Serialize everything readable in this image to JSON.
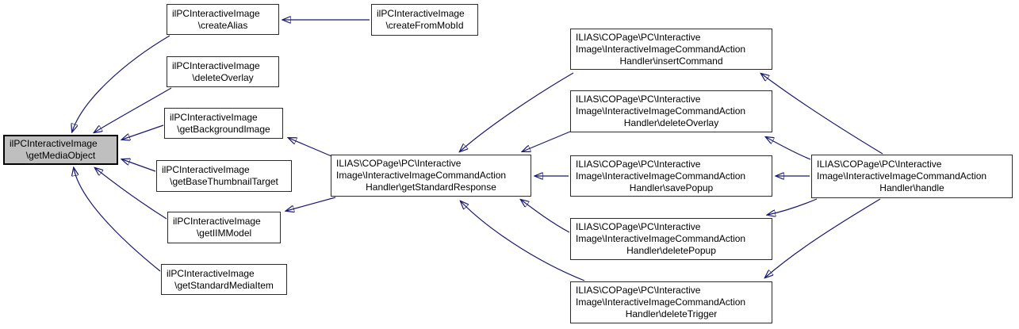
{
  "diagram": {
    "kind": "call-graph",
    "colors": {
      "arrow": "#191970",
      "node_border": "#2b2b2b",
      "node_fill": "#ffffff",
      "highlight_fill": "#bfbfbf",
      "text": "#000000",
      "background": "#ffffff"
    },
    "nodes": {
      "get_media_object": {
        "lines": [
          "ilPCInteractiveImage",
          "\\getMediaObject"
        ],
        "highlighted": true
      },
      "create_alias": {
        "lines": [
          "ilPCInteractiveImage",
          "\\createAlias"
        ],
        "highlighted": false
      },
      "create_from_mob_id": {
        "lines": [
          "ilPCInteractiveImage",
          "\\createFromMobId"
        ],
        "highlighted": false
      },
      "delete_overlay": {
        "lines": [
          "ilPCInteractiveImage",
          "\\deleteOverlay"
        ],
        "highlighted": false
      },
      "get_background_image": {
        "lines": [
          "ilPCInteractiveImage",
          "\\getBackgroundImage"
        ],
        "highlighted": false
      },
      "get_base_thumbnail_target": {
        "lines": [
          "ilPCInteractiveImage",
          "\\getBaseThumbnailTarget"
        ],
        "highlighted": false
      },
      "get_iim_model": {
        "lines": [
          "ilPCInteractiveImage",
          "\\getIIMModel"
        ],
        "highlighted": false
      },
      "get_standard_media_item": {
        "lines": [
          "ilPCInteractiveImage",
          "\\getStandardMediaItem"
        ],
        "highlighted": false
      },
      "get_standard_response": {
        "lines": [
          "ILIAS\\COPage\\PC\\Interactive",
          "Image\\InteractiveImageCommandAction",
          "Handler\\getStandardResponse"
        ],
        "highlighted": false
      },
      "insert_command": {
        "lines": [
          "ILIAS\\COPage\\PC\\Interactive",
          "Image\\InteractiveImageCommandAction",
          "Handler\\insertCommand"
        ],
        "highlighted": false
      },
      "handler_delete_overlay": {
        "lines": [
          "ILIAS\\COPage\\PC\\Interactive",
          "Image\\InteractiveImageCommandAction",
          "Handler\\deleteOverlay"
        ],
        "highlighted": false
      },
      "save_popup": {
        "lines": [
          "ILIAS\\COPage\\PC\\Interactive",
          "Image\\InteractiveImageCommandAction",
          "Handler\\savePopup"
        ],
        "highlighted": false
      },
      "delete_popup": {
        "lines": [
          "ILIAS\\COPage\\PC\\Interactive",
          "Image\\InteractiveImageCommandAction",
          "Handler\\deletePopup"
        ],
        "highlighted": false
      },
      "delete_trigger": {
        "lines": [
          "ILIAS\\COPage\\PC\\Interactive",
          "Image\\InteractiveImageCommandAction",
          "Handler\\deleteTrigger"
        ],
        "highlighted": false
      },
      "handle": {
        "lines": [
          "ILIAS\\COPage\\PC\\Interactive",
          "Image\\InteractiveImageCommandAction",
          "Handler\\handle"
        ],
        "highlighted": false
      }
    },
    "edges": [
      {
        "caller": "create_from_mob_id",
        "callee": "create_alias"
      },
      {
        "caller": "create_alias",
        "callee": "get_media_object"
      },
      {
        "caller": "delete_overlay",
        "callee": "get_media_object"
      },
      {
        "caller": "get_background_image",
        "callee": "get_media_object"
      },
      {
        "caller": "get_base_thumbnail_target",
        "callee": "get_media_object"
      },
      {
        "caller": "get_iim_model",
        "callee": "get_media_object"
      },
      {
        "caller": "get_standard_media_item",
        "callee": "get_media_object"
      },
      {
        "caller": "get_standard_response",
        "callee": "get_background_image"
      },
      {
        "caller": "get_standard_response",
        "callee": "get_iim_model"
      },
      {
        "caller": "insert_command",
        "callee": "get_standard_response"
      },
      {
        "caller": "handler_delete_overlay",
        "callee": "get_standard_response"
      },
      {
        "caller": "save_popup",
        "callee": "get_standard_response"
      },
      {
        "caller": "delete_popup",
        "callee": "get_standard_response"
      },
      {
        "caller": "delete_trigger",
        "callee": "get_standard_response"
      },
      {
        "caller": "handle",
        "callee": "insert_command"
      },
      {
        "caller": "handle",
        "callee": "handler_delete_overlay"
      },
      {
        "caller": "handle",
        "callee": "save_popup"
      },
      {
        "caller": "handle",
        "callee": "delete_popup"
      },
      {
        "caller": "handle",
        "callee": "delete_trigger"
      }
    ]
  }
}
